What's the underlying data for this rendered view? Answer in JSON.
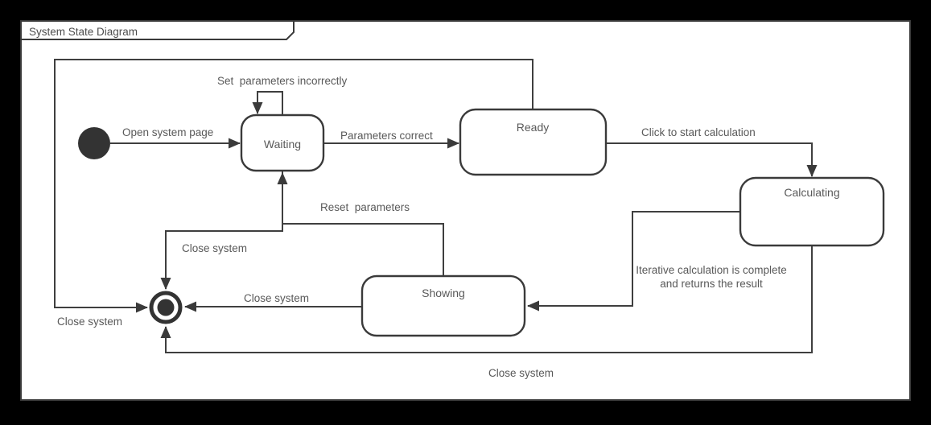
{
  "frame": {
    "title": "System State Diagram"
  },
  "colors": {
    "background": "#000000",
    "canvas": "#ffffff",
    "line": "#3f3f3f",
    "text": "#595959",
    "node_fill": "#333333"
  },
  "states": {
    "waiting": {
      "label": "Waiting"
    },
    "ready": {
      "label": "Ready"
    },
    "calculating": {
      "label": "Calculating"
    },
    "showing": {
      "label": "Showing"
    }
  },
  "transitions": {
    "open_system_page": "Open system page",
    "set_parameters_incorrectly": "Set  parameters incorrectly",
    "parameters_correct": "Parameters correct",
    "click_to_start_calculation": "Click to start calculation",
    "iterative_complete_line1": "Iterative calculation is complete",
    "iterative_complete_line2": "and returns the result",
    "reset_parameters": "Reset  parameters",
    "close_system_from_ready": "Close system",
    "close_system_from_waiting": "Close system",
    "close_system_from_showing": "Close system",
    "close_system_from_calculating": "Close system"
  }
}
